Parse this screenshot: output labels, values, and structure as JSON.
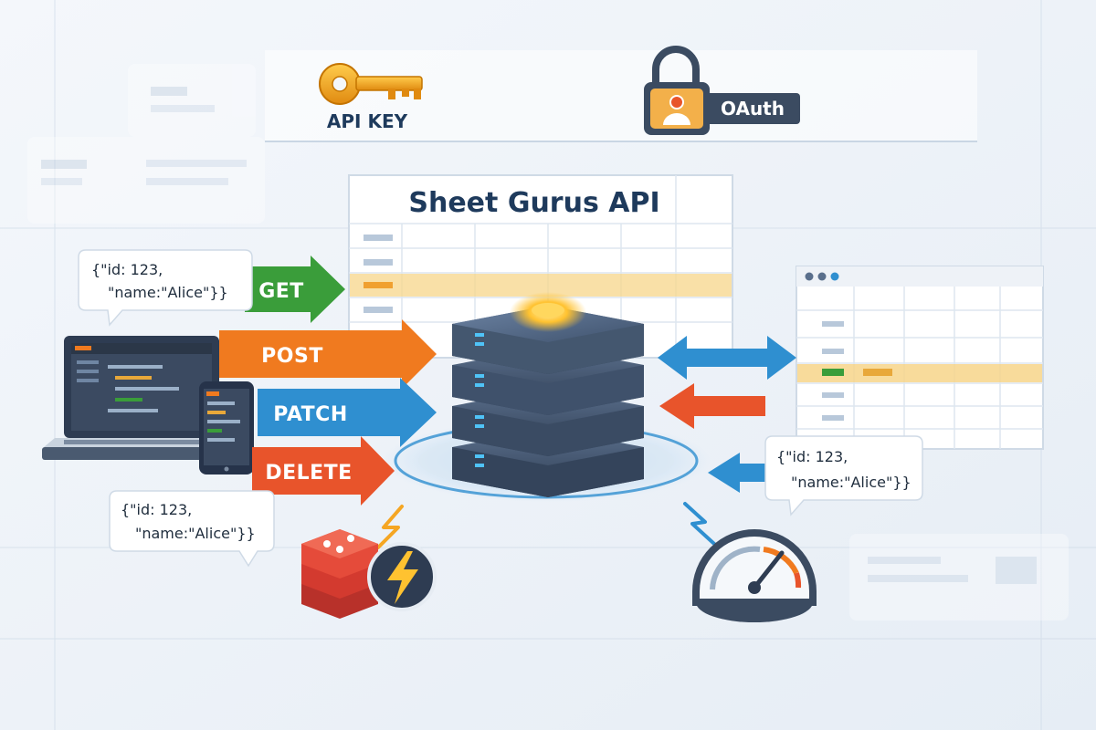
{
  "title": "Sheet Gurus API",
  "auth": {
    "api_key_label": "API KEY",
    "oauth_label": "OAuth"
  },
  "methods": {
    "get": "GET",
    "post": "POST",
    "patch": "PATCH",
    "delete": "DELETE"
  },
  "json_snippets": {
    "top_left": {
      "line1": "{\"id: 123,",
      "line2": "\"name:\"Alice\"}}"
    },
    "bottom_left": {
      "line1": "{\"id: 123,",
      "line2": "\"name:\"Alice\"}}"
    },
    "right": {
      "line1": "{\"id: 123,",
      "line2": "\"name:\"Alice\"}}"
    }
  },
  "icons": [
    "key-icon",
    "lock-icon",
    "server-icon",
    "laptop-icon",
    "phone-icon",
    "cache-icon",
    "lightning-icon",
    "speedometer-icon",
    "spreadsheet-icon"
  ],
  "colors": {
    "get": "#3a9d3a",
    "post": "#f07a1f",
    "patch": "#2f8fd0",
    "delete": "#e8542b",
    "key": "#f5a623",
    "highlight_row": "#f7d58a"
  }
}
